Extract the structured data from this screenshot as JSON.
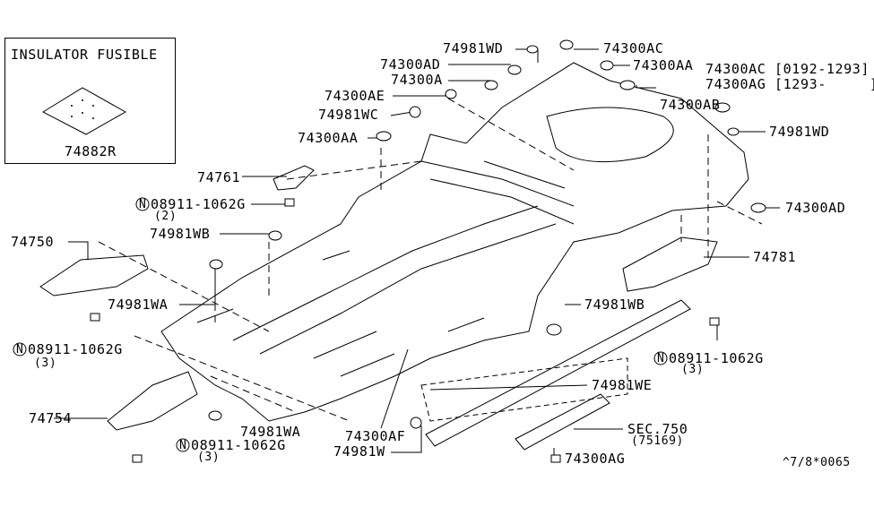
{
  "inset": {
    "title": "INSULATOR FUSIBLE",
    "part": "74882R"
  },
  "labels": {
    "wd_top": "74981WD",
    "ac_top": "74300AC",
    "ad_top": "74300AD",
    "aa_top": "74300AA",
    "a": "74300A",
    "ac_range": "74300AC [0192-1293]",
    "ag_range": "74300AG [1293-     ]",
    "ae": "74300AE",
    "ab": "74300AB",
    "wc": "74981WC",
    "wd_right": "74981WD",
    "aa_mid": "74300AA",
    "p74761": "74761",
    "nut1": "08911-1062G",
    "nut1_qty": "(2)",
    "ad_right": "74300AD",
    "wb_left": "74981WB",
    "p74750": "74750",
    "p74781": "74781",
    "wa_left": "74981WA",
    "wb_right": "74981WB",
    "nut2": "08911-1062G",
    "nut2_qty": "(3)",
    "nut3": "08911-1062G",
    "nut3_qty": "(3)",
    "we": "74981WE",
    "p74754": "74754",
    "wa_bottom": "74981WA",
    "sec": "SEC.750",
    "sec_ref": "(75169)",
    "af": "74300AF",
    "nut4": "08911-1062G",
    "nut4_qty": "(3)",
    "w": "74981W",
    "ag_bottom": "74300AG",
    "code": "^7/8*0065"
  },
  "nut_symbol": "N"
}
